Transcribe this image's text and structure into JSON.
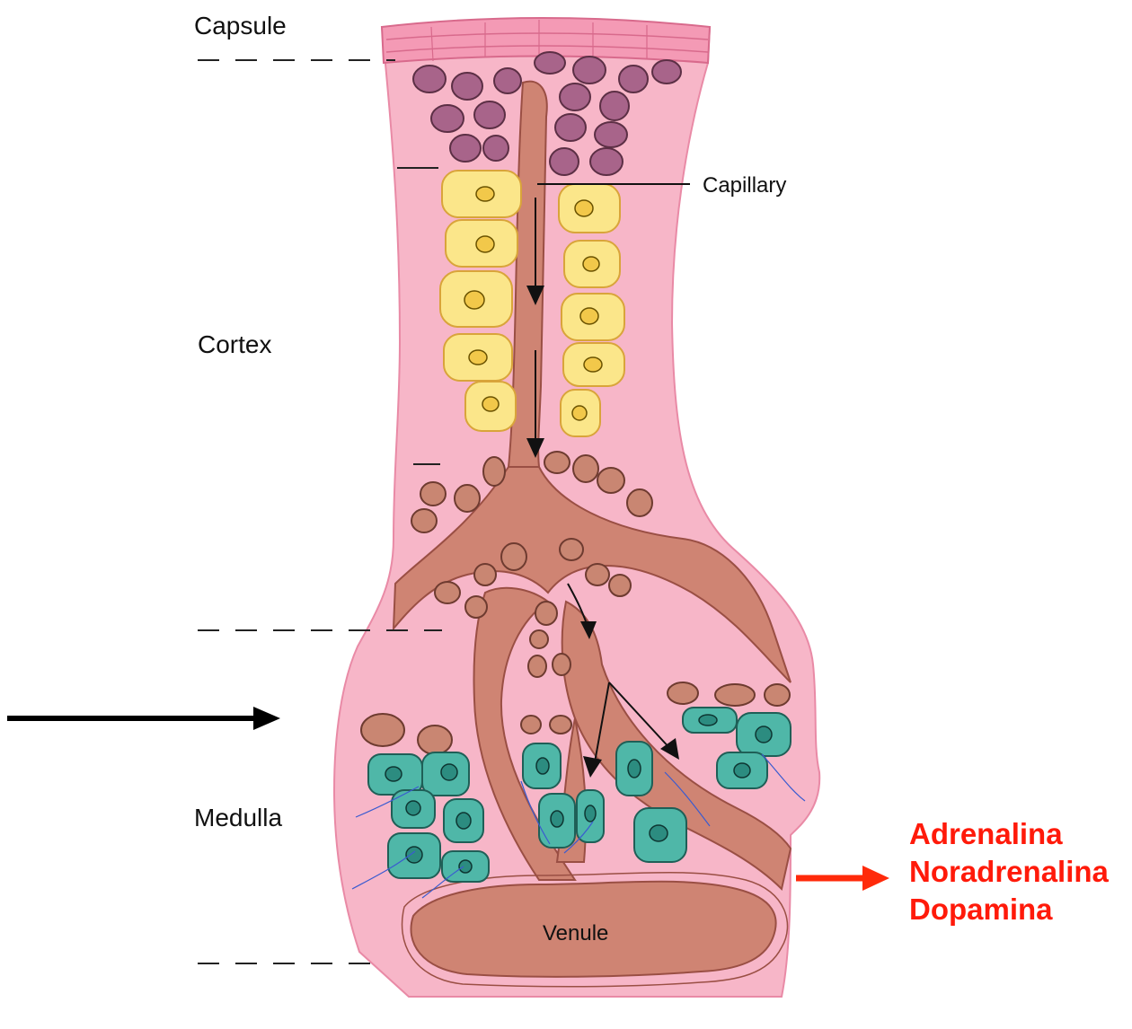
{
  "labels": {
    "capsule": "Capsule",
    "cortex": "Cortex",
    "medulla": "Medulla",
    "capillary": "Capillary",
    "venule": "Venule"
  },
  "products": [
    "Adrenalina",
    "Noradrenalina",
    "Dopamina"
  ],
  "colors": {
    "tissue": "#f7b6c8",
    "tissue_edge": "#e98aa6",
    "capsule": "#f49ab5",
    "vessel": "#cf8473",
    "vessel_edge": "#9a4f44",
    "glomerulosa_cell": "#a8648a",
    "fasciculata_cell": "#fbe68a",
    "reticularis_cell": "#c98672",
    "chromaffin_cell": "#4fb7a8",
    "product_text": "#ff1a0a",
    "arrow_red": "#ff2a0a"
  }
}
